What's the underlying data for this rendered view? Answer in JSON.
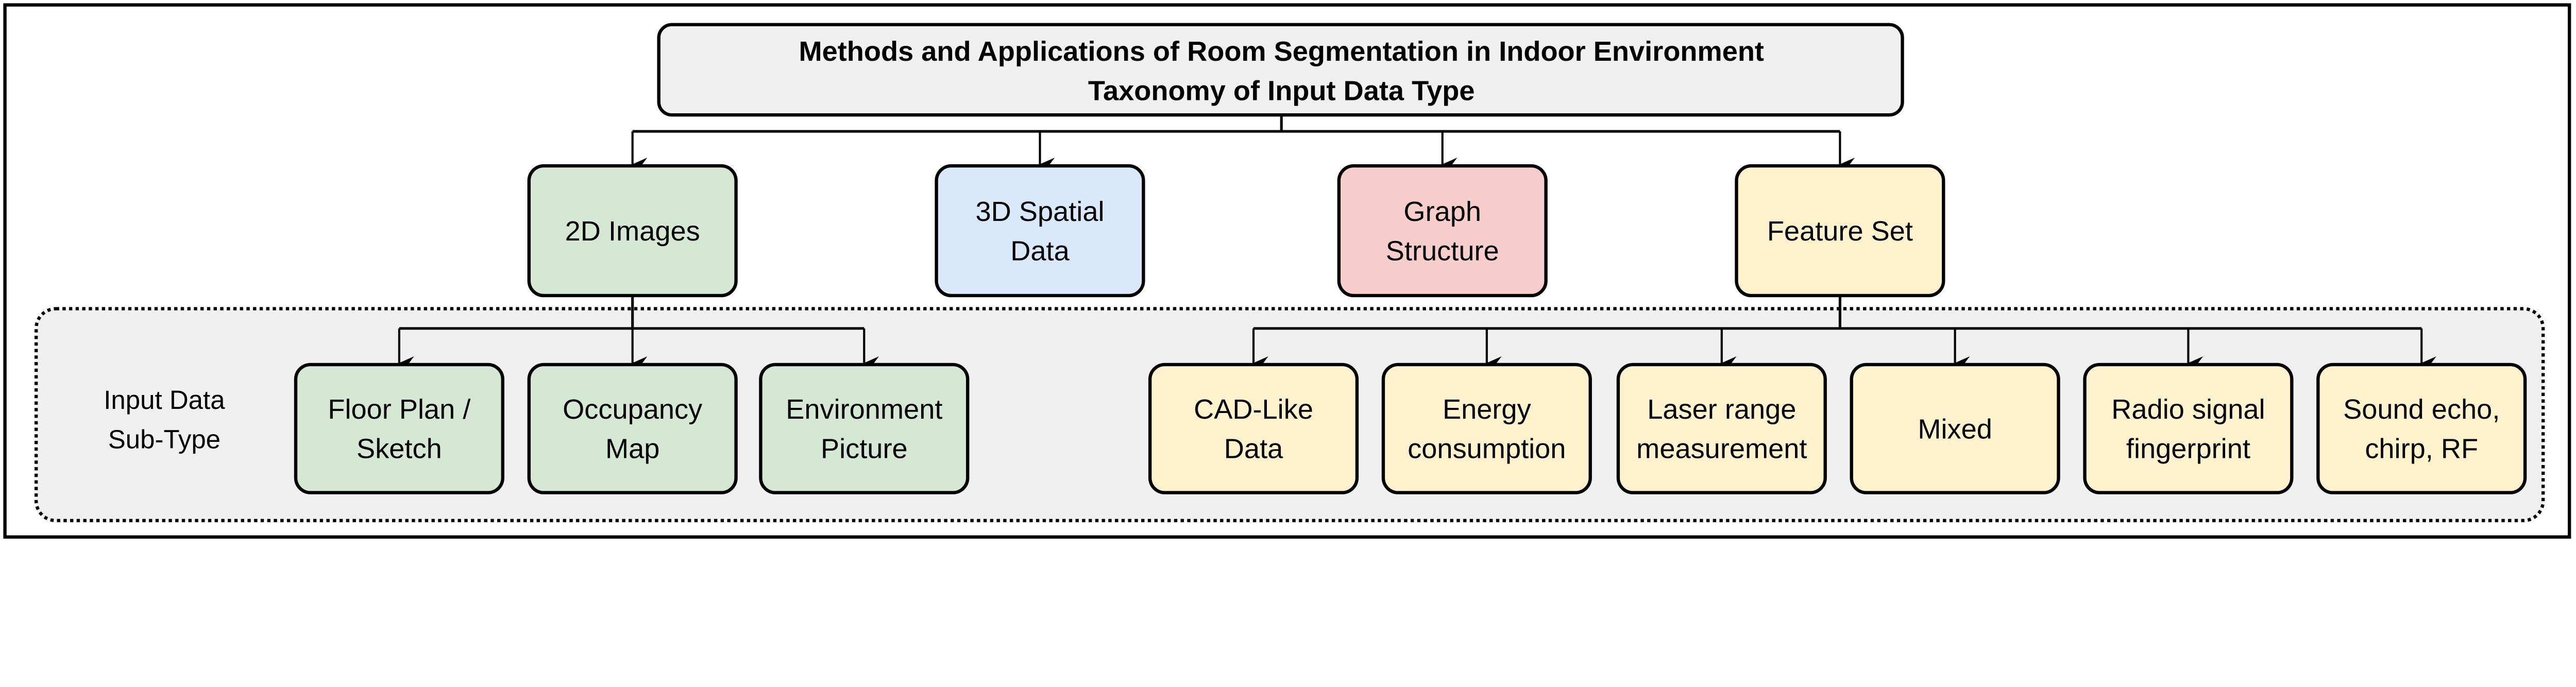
{
  "title": {
    "line1": "Methods and Applications of Room Segmentation in Indoor Environment",
    "line2": "Taxonomy of Input Data Type"
  },
  "subtype_label": {
    "line1": "Input Data",
    "line2": "Sub-Type"
  },
  "colors": {
    "green": "#d5e8d4",
    "blue": "#dae8fc",
    "red": "#f8cecc",
    "yellow": "#fff2cc",
    "gray": "#f0f0f0"
  },
  "categories": [
    {
      "lines": [
        "2D Images"
      ],
      "color": "green",
      "children": [
        {
          "lines": [
            "Floor Plan /",
            "Sketch"
          ]
        },
        {
          "lines": [
            "Occupancy",
            "Map"
          ]
        },
        {
          "lines": [
            "Environment",
            "Picture"
          ]
        }
      ]
    },
    {
      "lines": [
        "3D Spatial",
        "Data"
      ],
      "color": "blue",
      "children": []
    },
    {
      "lines": [
        "Graph",
        "Structure"
      ],
      "color": "red",
      "children": []
    },
    {
      "lines": [
        "Feature Set"
      ],
      "color": "yellow",
      "children": [
        {
          "lines": [
            "CAD-Like",
            "Data"
          ]
        },
        {
          "lines": [
            "Energy",
            "consumption"
          ]
        },
        {
          "lines": [
            "Laser range",
            "measurement"
          ]
        },
        {
          "lines": [
            "Mixed"
          ]
        },
        {
          "lines": [
            "Radio signal",
            "fingerprint"
          ]
        },
        {
          "lines": [
            "Sound echo,",
            "chirp, RF"
          ]
        }
      ]
    }
  ]
}
